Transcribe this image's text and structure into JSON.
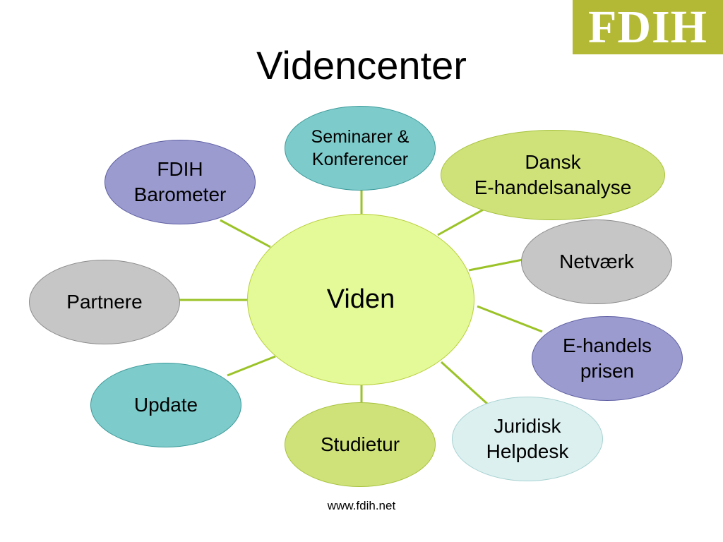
{
  "logo": {
    "text": "FDIH",
    "color": "#b3b935"
  },
  "title": "Videncenter",
  "footer": "www.fdih.net",
  "colors": {
    "connector": "#9bc328",
    "purple": "#9b9bd0",
    "teal": "#7ecbcb",
    "lightgreen": "#cfe27a",
    "gray": "#c6c6c6",
    "center": "#e4fa98",
    "paleblue": "#dcf0f0"
  },
  "center": {
    "label": "Viden"
  },
  "nodes": {
    "fdih_barometer": "FDIH\nBarometer",
    "seminarer": "Seminarer &\nKonferencer",
    "dansk_ehandel": "Dansk\nE-handelsanalyse",
    "netvaerk": "Netværk",
    "partnere": "Partnere",
    "ehandels_prisen": "E-handels\nprisen",
    "update": "Update",
    "studietur": "Studietur",
    "juridisk": "Juridisk\nHelpdesk"
  }
}
